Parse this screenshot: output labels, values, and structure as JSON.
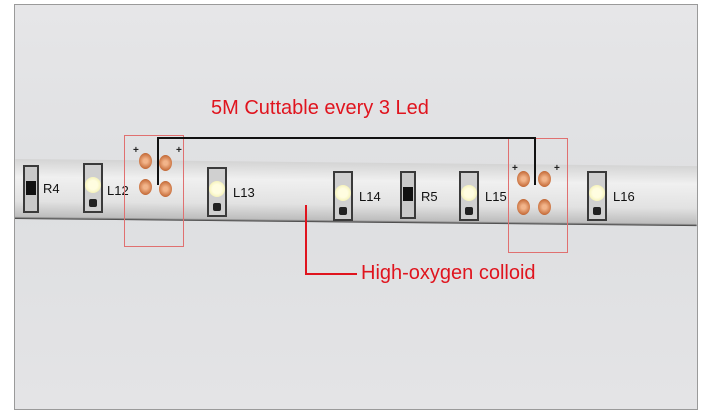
{
  "annotations": {
    "title": "5M Cuttable every 3 Led",
    "note": "High-oxygen colloid"
  },
  "strip_labels": [
    "R4",
    "L12",
    "L13",
    "L14",
    "R5",
    "L15",
    "L16"
  ],
  "pad_sign": "+",
  "colors": {
    "annotation": "#e0141e",
    "bracket": "#111111",
    "cut_box": "#e07070"
  }
}
